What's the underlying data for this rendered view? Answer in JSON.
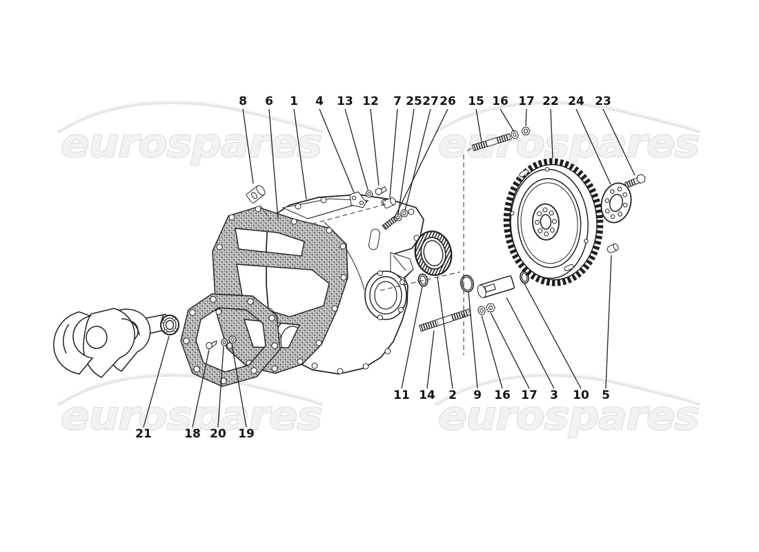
{
  "watermark": {
    "text": "eurospares"
  },
  "colors": {
    "background": "#ffffff",
    "line": "#1f1f1f",
    "watermark_fill": "#f2f2f2",
    "watermark_stroke": "#dedede",
    "gasket_texture": "#c4c4c4"
  },
  "diagram": {
    "kind": "exploded-parts-drawing",
    "subject": "flywheel and clutch housing spacer"
  },
  "callouts": {
    "top": [
      "8",
      "6",
      "1",
      "4",
      "13",
      "12",
      "7",
      "25",
      "27",
      "26",
      "15",
      "16",
      "17",
      "22",
      "24",
      "23"
    ],
    "bottom": [
      "11",
      "14",
      "2",
      "9",
      "16",
      "17",
      "3",
      "10",
      "5"
    ],
    "bottom_left": [
      "21",
      "18",
      "20",
      "19"
    ]
  }
}
